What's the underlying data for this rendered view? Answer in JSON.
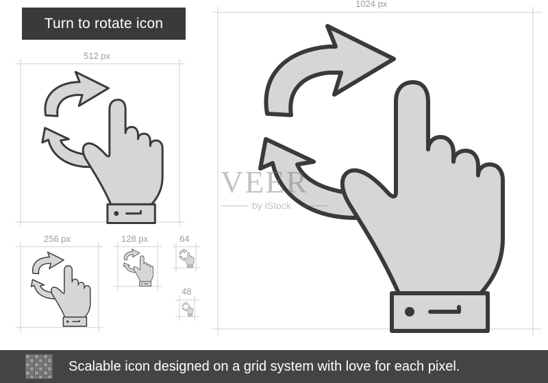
{
  "header": {
    "title": "Turn to rotate icon"
  },
  "icon": {
    "name": "hand-rotate-icon"
  },
  "sizes": {
    "s1024": "1024 px",
    "s512": "512 px",
    "s256": "256 px",
    "s128": "128 px",
    "s64": "64",
    "s48": "48"
  },
  "watermark": {
    "brand": "VEER",
    "sub": "by iStock"
  },
  "footer": {
    "text": "Scalable icon designed on a grid system with love for each pixel.",
    "icon": "grid-icon"
  },
  "colors": {
    "header_bg": "#3a3a3a",
    "footer_bg": "#444444",
    "icon_fill": "#d6d6d6",
    "icon_stroke": "#3a3a3a",
    "guide": "#cccccc"
  }
}
